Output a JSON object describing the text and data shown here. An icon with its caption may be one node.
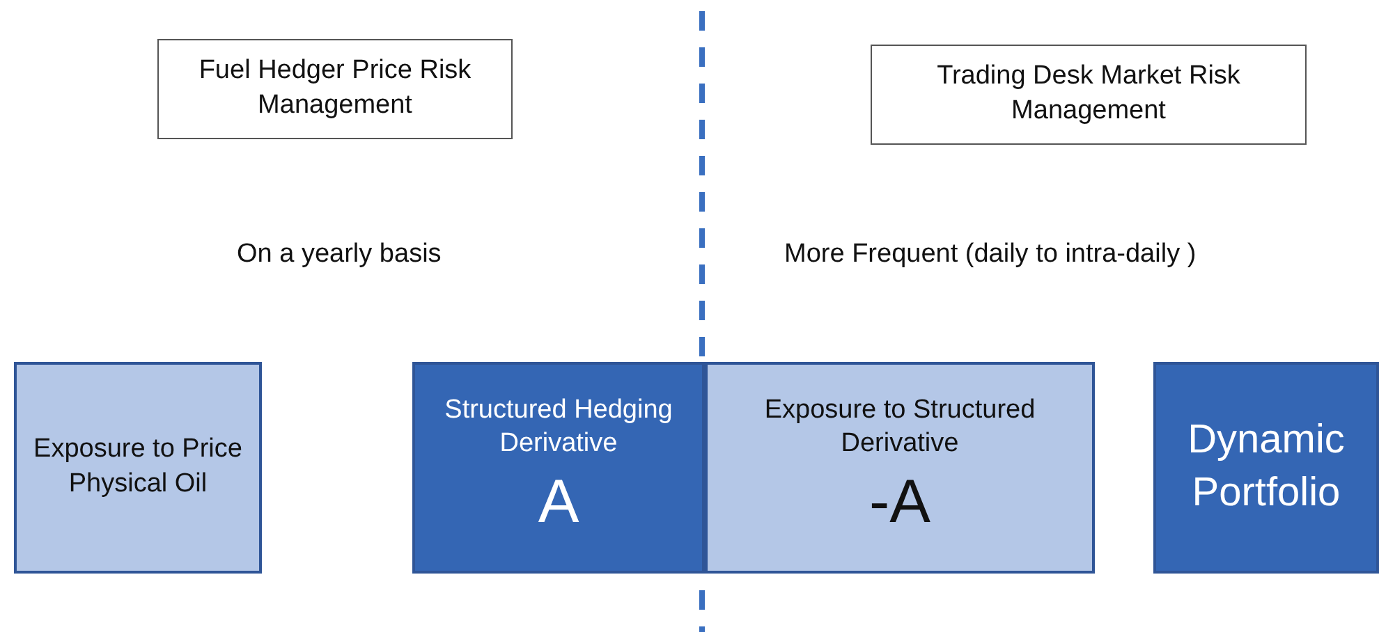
{
  "diagram": {
    "nodes": [
      {
        "text": [
          "Fuel Hedger Price Risk Management"
        ]
      },
      {
        "text": [
          "Trading Desk Market Risk Management"
        ]
      },
      {
        "text": [
          "Exposure to Price Physical Oil"
        ]
      },
      {
        "text": [
          "Structured Hedging Derivative",
          "A"
        ]
      },
      {
        "text": [
          "Exposure to Structured Derivative",
          "-A"
        ]
      },
      {
        "text": [
          "Dynamic Portfolio"
        ]
      }
    ],
    "labels": [
      "On a yearly basis",
      "More Frequent (daily to intra-daily )"
    ]
  }
}
